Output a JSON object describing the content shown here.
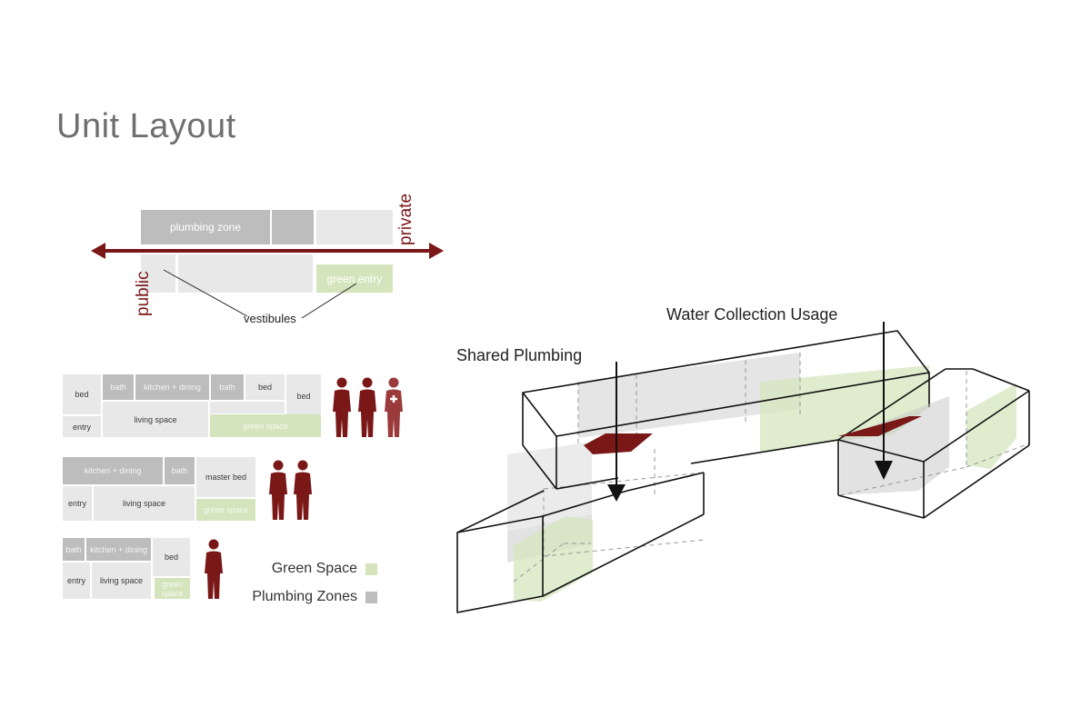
{
  "title": "Unit Layout",
  "gradient": {
    "public_label": "public",
    "private_label": "private",
    "plumbing_zone_label": "plumbing zone",
    "green_entry_label": "green entry",
    "vestibules_label": "vestibules"
  },
  "units": {
    "three_person": {
      "bed_left": "bed",
      "entry": "entry",
      "bath_a": "bath",
      "kitchen": "kitchen + dining",
      "bath_b": "bath",
      "bed_mid": "bed",
      "bed_right": "bed",
      "living": "living space",
      "green": "green space"
    },
    "two_person": {
      "kitchen": "kitchen + dining",
      "bath": "bath",
      "master": "master bed",
      "entry": "entry",
      "living": "living space",
      "green": "green space"
    },
    "one_person": {
      "bath": "bath",
      "kitchen": "kitchen + dining",
      "bed": "bed",
      "entry": "entry",
      "living": "living space",
      "green": "green space"
    }
  },
  "legend": {
    "green_label": "Green Space",
    "plumbing_label": "Plumbing Zones",
    "green_color": "#d4e5bd",
    "plumbing_color": "#bdbdbd"
  },
  "axon": {
    "water_label": "Water Collection Usage",
    "plumbing_label": "Shared Plumbing"
  },
  "colors": {
    "accent": "#7a1717",
    "figure": "#7a1717",
    "figure_medic": "#9b3a3a"
  }
}
